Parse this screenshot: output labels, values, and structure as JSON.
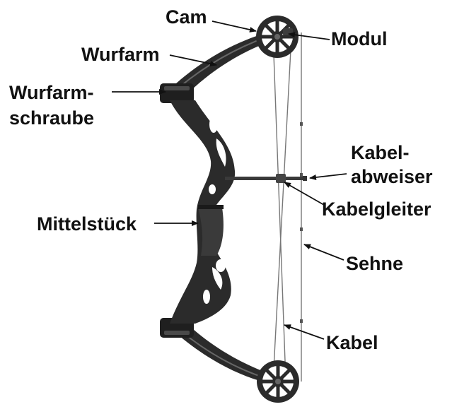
{
  "diagram": {
    "subject": "compound-bow",
    "labels": {
      "cam": "Cam",
      "modul": "Modul",
      "wurfarm": "Wurfarm",
      "wurfarmschraube_1": "Wurfarm-",
      "wurfarmschraube_2": "schraube",
      "kabelabweiser_1": "Kabel-",
      "kabelabweiser_2": "abweiser",
      "kabelgleiter": "Kabelgleiter",
      "mittelstueck": "Mittelstück",
      "sehne": "Sehne",
      "kabel": "Kabel"
    },
    "colors": {
      "text": "#111111",
      "bow": "#2b2b2b",
      "bow_highlight": "#555555",
      "string": "#777777",
      "background": "#ffffff"
    }
  }
}
